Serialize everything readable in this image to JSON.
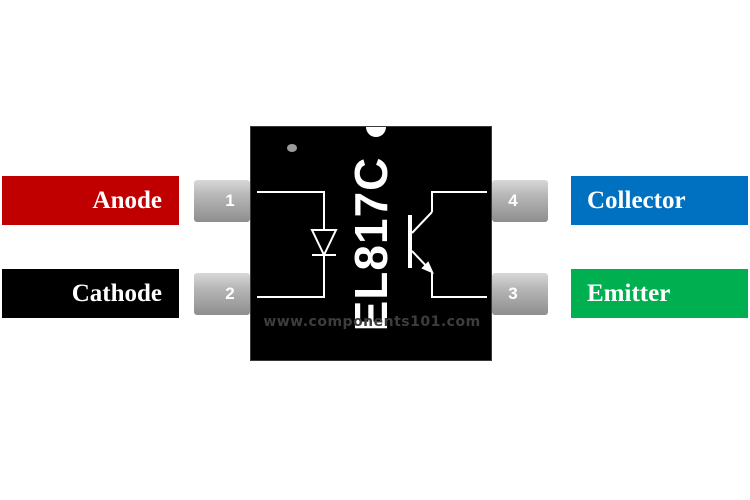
{
  "part_number": "EL817C",
  "watermark": "www.components101.com",
  "pins": [
    {
      "number": "1",
      "name": "Anode",
      "color": "#c00000"
    },
    {
      "number": "2",
      "name": "Cathode",
      "color": "#000000"
    },
    {
      "number": "3",
      "name": "Emitter",
      "color": "#00b050"
    },
    {
      "number": "4",
      "name": "Collector",
      "color": "#0070c0"
    }
  ],
  "colors": {
    "body": "#000000",
    "pin_metal": "#b8b8b8",
    "schematic_line": "#ffffff"
  },
  "icons": [
    "led-diode-icon",
    "phototransistor-icon",
    "pin1-marker-dot",
    "orientation-notch"
  ]
}
